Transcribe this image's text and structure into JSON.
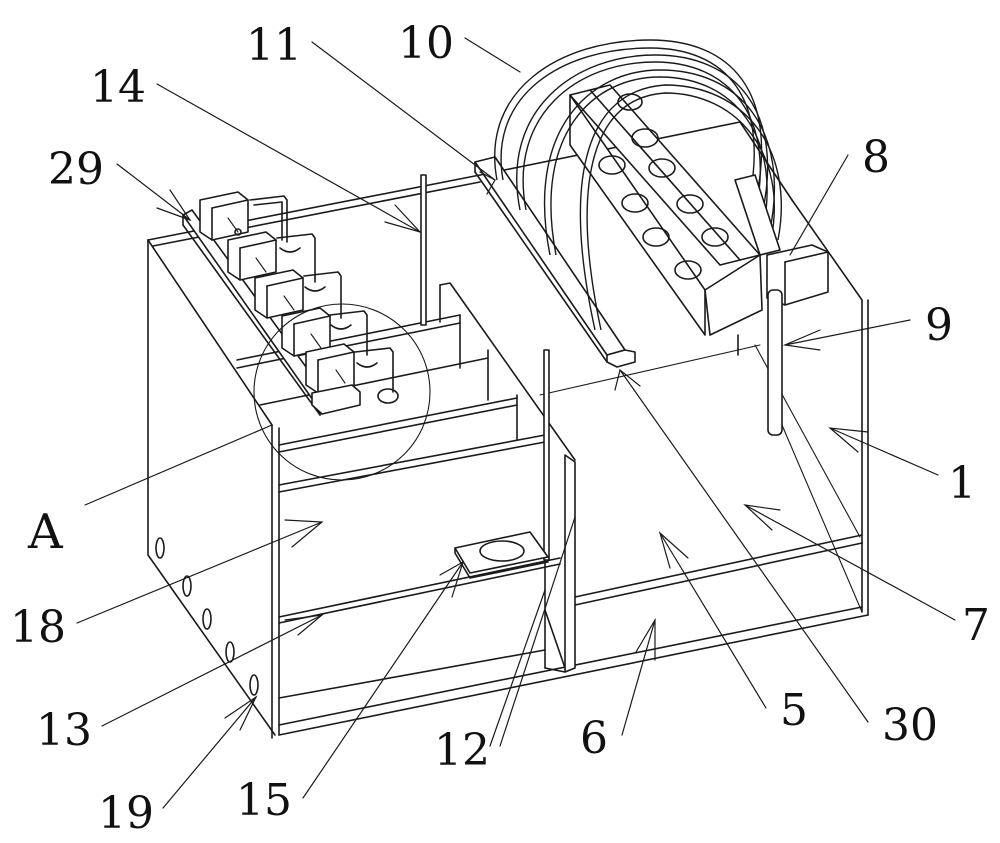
{
  "figure": {
    "type": "patent perspective line drawing",
    "description": "Multi-compartment tank with tube rack, arched tubes, valve row and detail circle A",
    "colors": {
      "ink": "#1a1a1a",
      "background": "#ffffff"
    }
  },
  "labels": {
    "l10": "10",
    "l11": "11",
    "l14": "14",
    "l29": "29",
    "l8": "8",
    "l9": "9",
    "l1": "1",
    "lA": "A",
    "l18": "18",
    "l7": "7",
    "l13": "13",
    "l5": "5",
    "l30": "30",
    "l6": "6",
    "l12": "12",
    "l19": "19",
    "l15": "15"
  },
  "parts": [
    {
      "ref": "1",
      "name": "tank-body"
    },
    {
      "ref": "5",
      "name": "compartment-floor"
    },
    {
      "ref": "6",
      "name": "lower-compartment"
    },
    {
      "ref": "7",
      "name": "right-compartment"
    },
    {
      "ref": "8",
      "name": "block"
    },
    {
      "ref": "9",
      "name": "vertical-rod"
    },
    {
      "ref": "10",
      "name": "arched-tubes"
    },
    {
      "ref": "11",
      "name": "tube-support-bar"
    },
    {
      "ref": "12",
      "name": "partition-plate"
    },
    {
      "ref": "13",
      "name": "shelf"
    },
    {
      "ref": "14",
      "name": "rod"
    },
    {
      "ref": "15",
      "name": "holder-plate"
    },
    {
      "ref": "18",
      "name": "upper-chamber"
    },
    {
      "ref": "19",
      "name": "side-holes"
    },
    {
      "ref": "29",
      "name": "valve-rail"
    },
    {
      "ref": "30",
      "name": "support-block"
    },
    {
      "ref": "A",
      "name": "detail-circle"
    }
  ]
}
